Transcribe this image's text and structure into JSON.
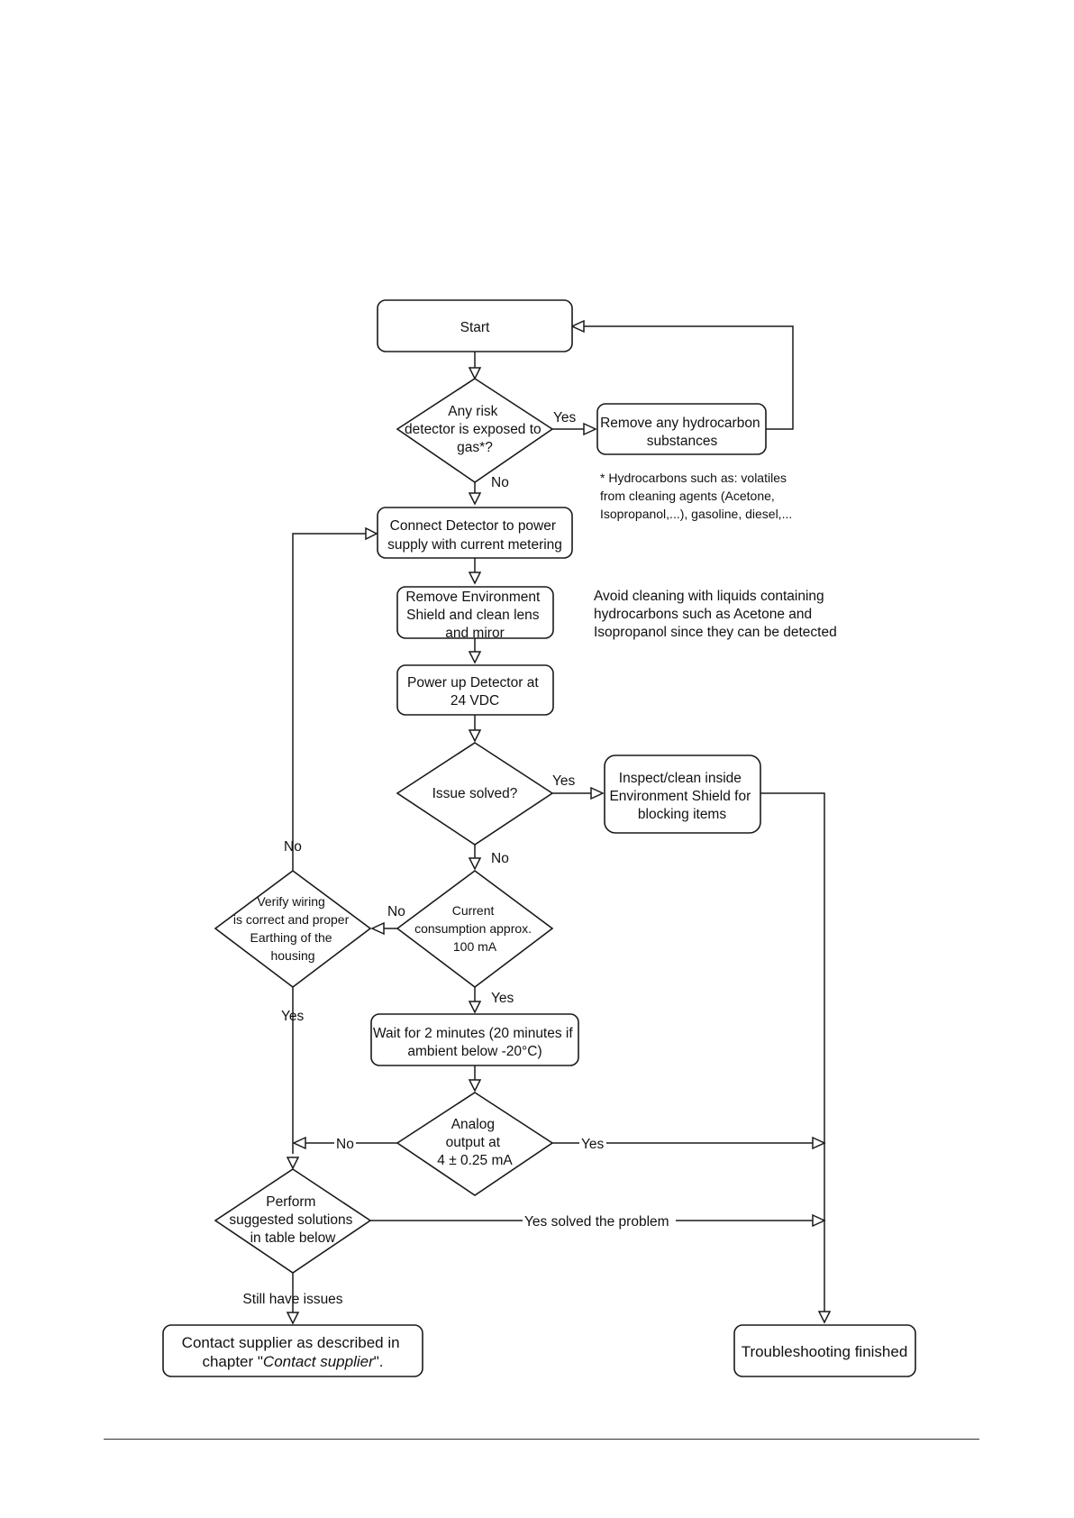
{
  "nodes": {
    "start": [
      "Start"
    ],
    "q_gas": [
      "Any risk",
      "detector is exposed to",
      "gas*?"
    ],
    "remove_hc": [
      "Remove any hydrocarbon",
      "substances"
    ],
    "connect": [
      "Connect Detector to power",
      "supply with current metering"
    ],
    "remove_shield": [
      "Remove Environment",
      "Shield and clean lens",
      "and miror"
    ],
    "power_up": [
      "Power up Detector at",
      "24 VDC"
    ],
    "q_solved": [
      "Issue solved?"
    ],
    "inspect": [
      "Inspect/clean inside",
      "Environment Shield for",
      "blocking items"
    ],
    "q_current": [
      "Current",
      "consumption approx.",
      "100 mA"
    ],
    "q_wiring": [
      "Verify wiring",
      "is correct and proper",
      "Earthing of the",
      "housing"
    ],
    "wait": [
      "Wait for 2 minutes (20 minutes if",
      "ambient below -20°C)"
    ],
    "q_analog": [
      "Analog",
      "output at",
      "4 ± 0.25 mA"
    ],
    "perform": [
      "Perform",
      "suggested solutions",
      "in  table below"
    ],
    "contact": {
      "line1": "Contact supplier as described in",
      "line2_pre": "chapter \"",
      "line2_em": "Contact supplier",
      "line2_post": "\"."
    },
    "finished": [
      "Troubleshooting finished"
    ]
  },
  "notes": {
    "hydrocarbons": [
      "* Hydrocarbons such as: volatiles",
      "from cleaning agents (Acetone,",
      "Isopropanol,...), gasoline, diesel,..."
    ],
    "avoid_cleaning": [
      "Avoid cleaning with liquids containing",
      "hydrocarbons such as Acetone and",
      "Isopropanol since they can be detected"
    ]
  },
  "edge_labels": {
    "gas_yes": "Yes",
    "gas_no": "No",
    "solved_yes": "Yes",
    "solved_no": "No",
    "current_no": "No",
    "current_yes": "Yes",
    "wiring_no": "No",
    "wiring_yes": "Yes",
    "analog_no": "No",
    "analog_yes": "Yes",
    "perform_yes": "Yes solved the problem",
    "perform_still": "Still have issues"
  }
}
